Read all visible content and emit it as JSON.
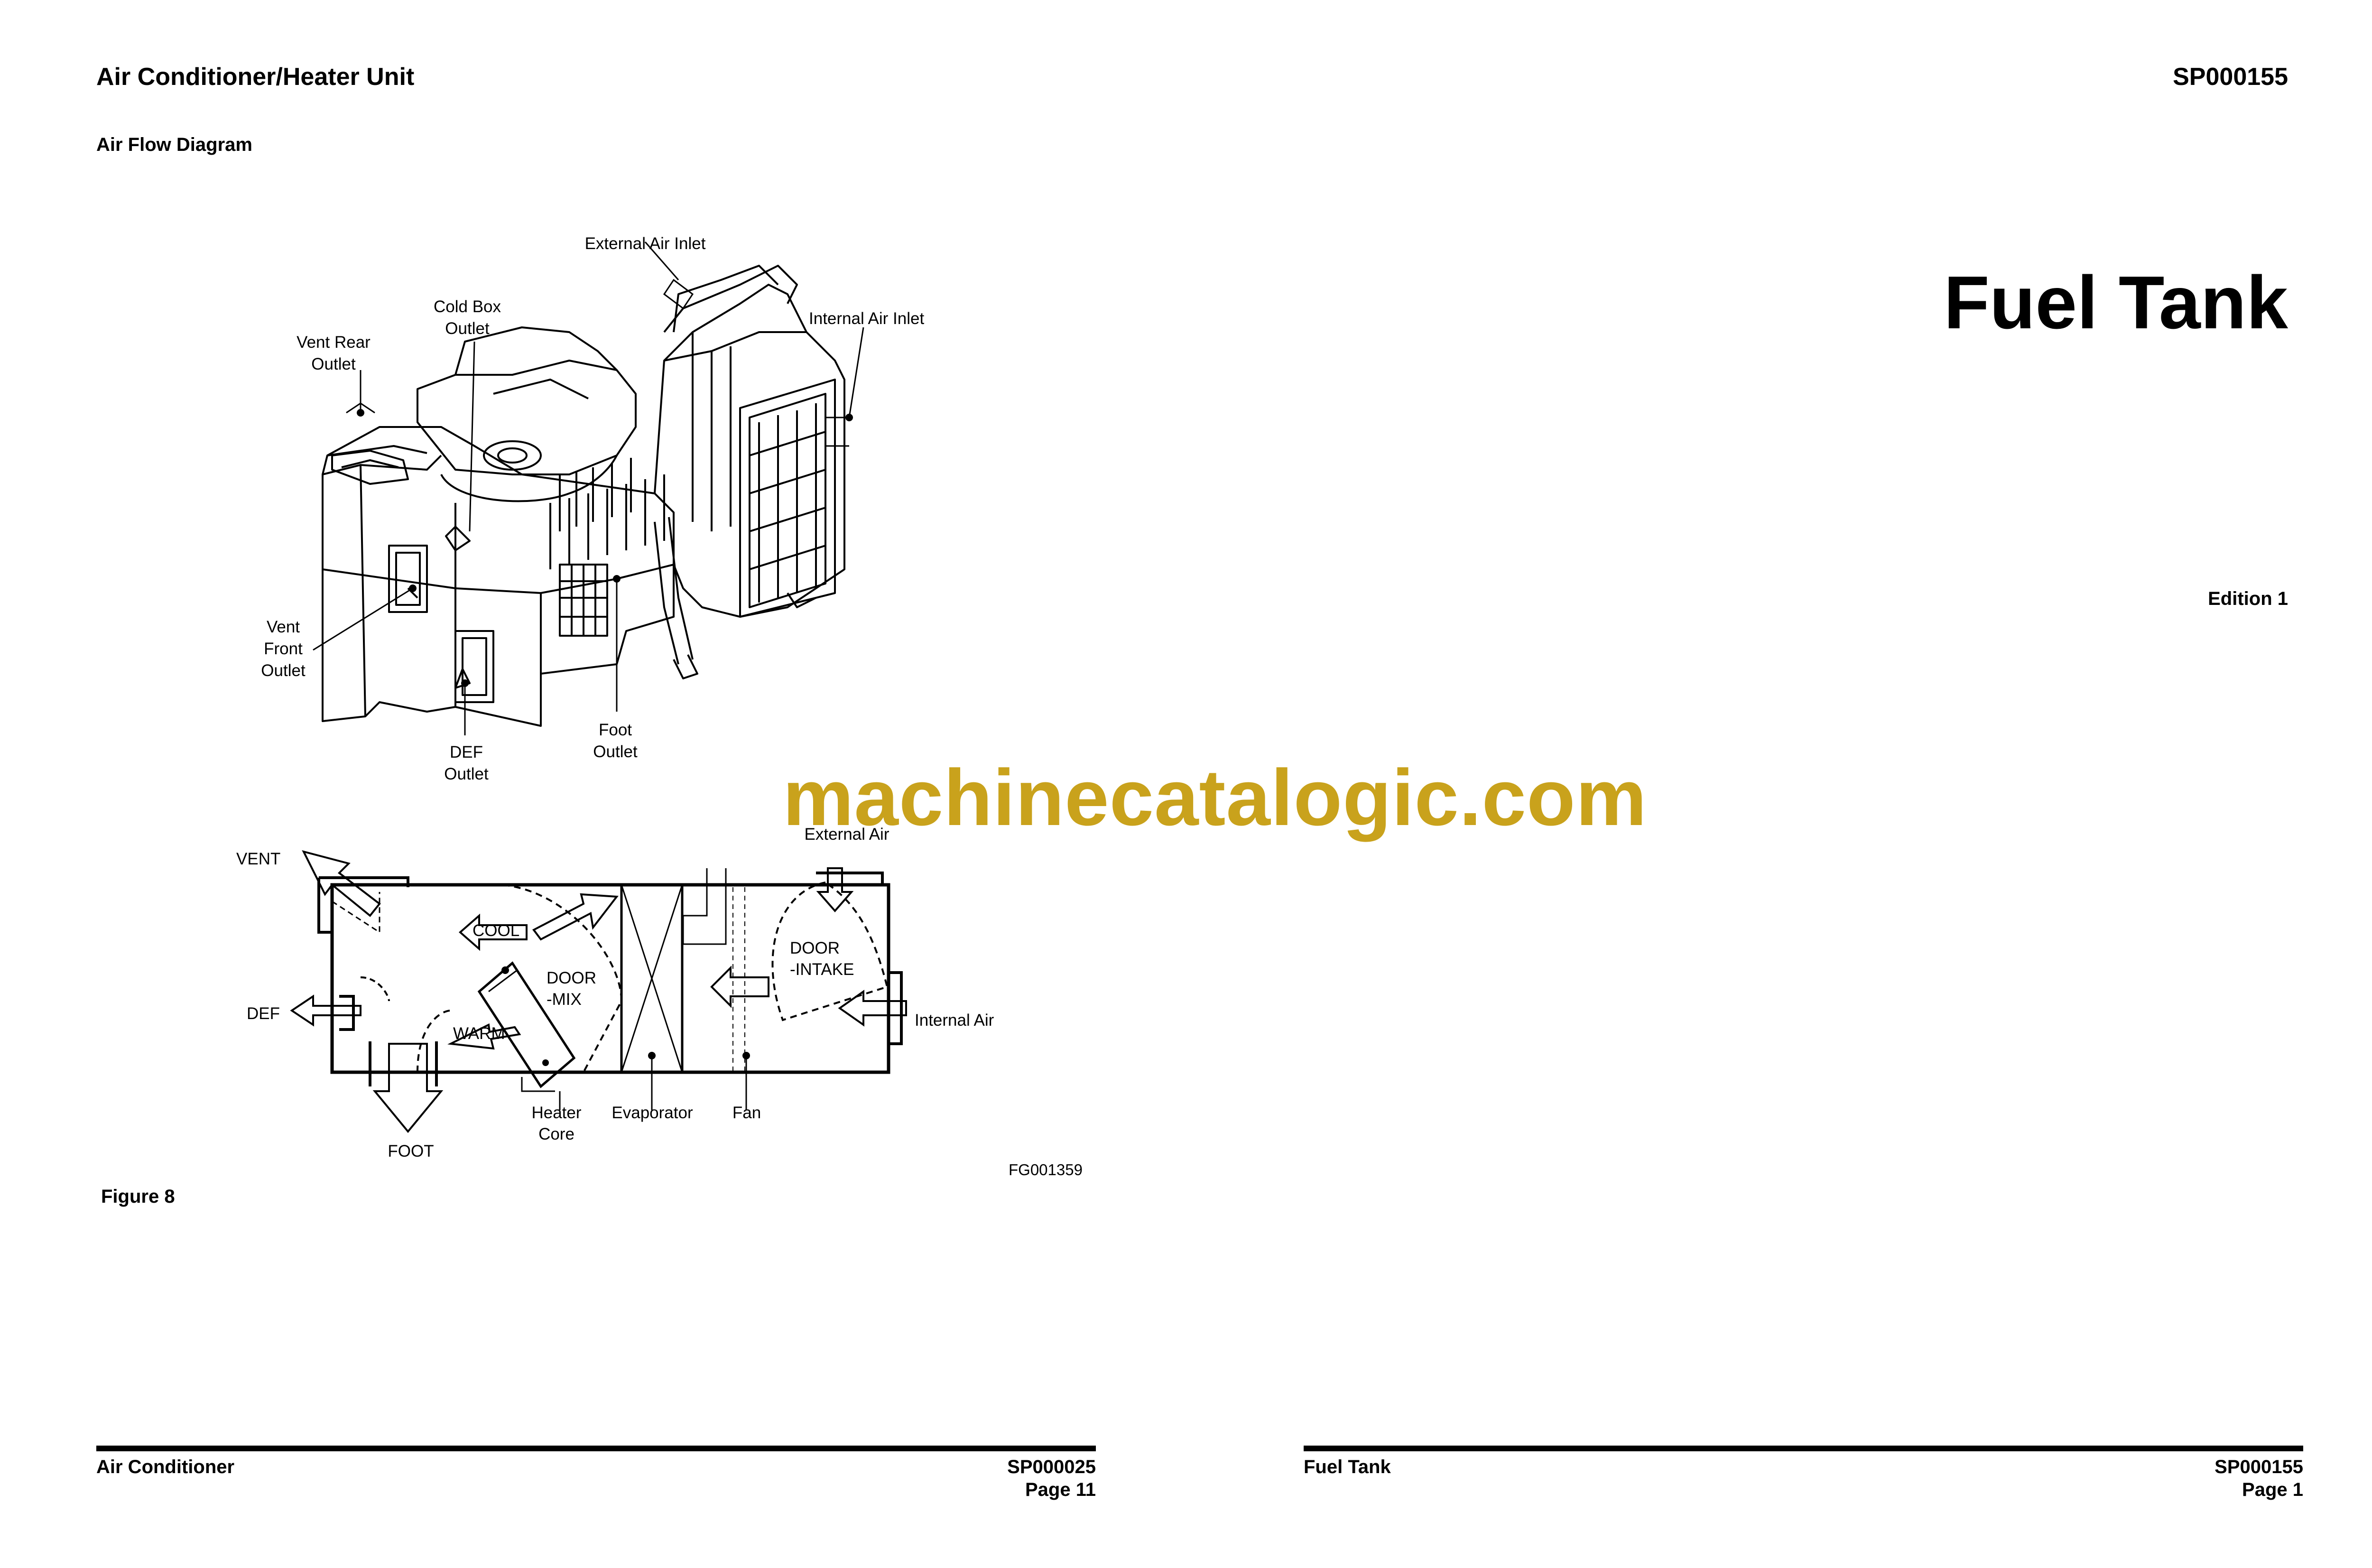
{
  "left_page": {
    "header_title": "Air Conditioner/Heater Unit",
    "section_title": "Air Flow Diagram",
    "figure_caption": "Figure 8",
    "figure_code": "FG001359",
    "footer_left": "Air Conditioner",
    "footer_code": "SP000025",
    "footer_page": "Page 11"
  },
  "right_page": {
    "header_code": "SP000155",
    "title": "Fuel Tank",
    "edition": "Edition 1",
    "footer_left": "Fuel Tank",
    "footer_code": "SP000155",
    "footer_page": "Page 1"
  },
  "watermark": "machinecatalogic.com",
  "watermark_color": "#c9a21c",
  "diagram_top": {
    "external_air_inlet": "External Air Inlet",
    "internal_air_inlet": "Internal Air Inlet",
    "cold_box_1": "Cold Box",
    "cold_box_2": "Outlet",
    "vent_rear_1": "Vent Rear",
    "vent_rear_2": "Outlet",
    "vent_front_1": "Vent",
    "vent_front_2": "Front",
    "vent_front_3": "Outlet",
    "def_1": "DEF",
    "def_2": "Outlet",
    "foot_1": "Foot",
    "foot_2": "Outlet"
  },
  "diagram_bottom": {
    "vent": "VENT",
    "def": "DEF",
    "foot": "FOOT",
    "cool": "COOL",
    "warm": "WARM",
    "door_mix_1": "DOOR",
    "door_mix_2": "-MIX",
    "door_intake_1": "DOOR",
    "door_intake_2": "-INTAKE",
    "external_air": "External Air",
    "internal_air": "Internal Air",
    "heater_core_1": "Heater",
    "heater_core_2": "Core",
    "evaporator": "Evaporator",
    "fan": "Fan"
  }
}
